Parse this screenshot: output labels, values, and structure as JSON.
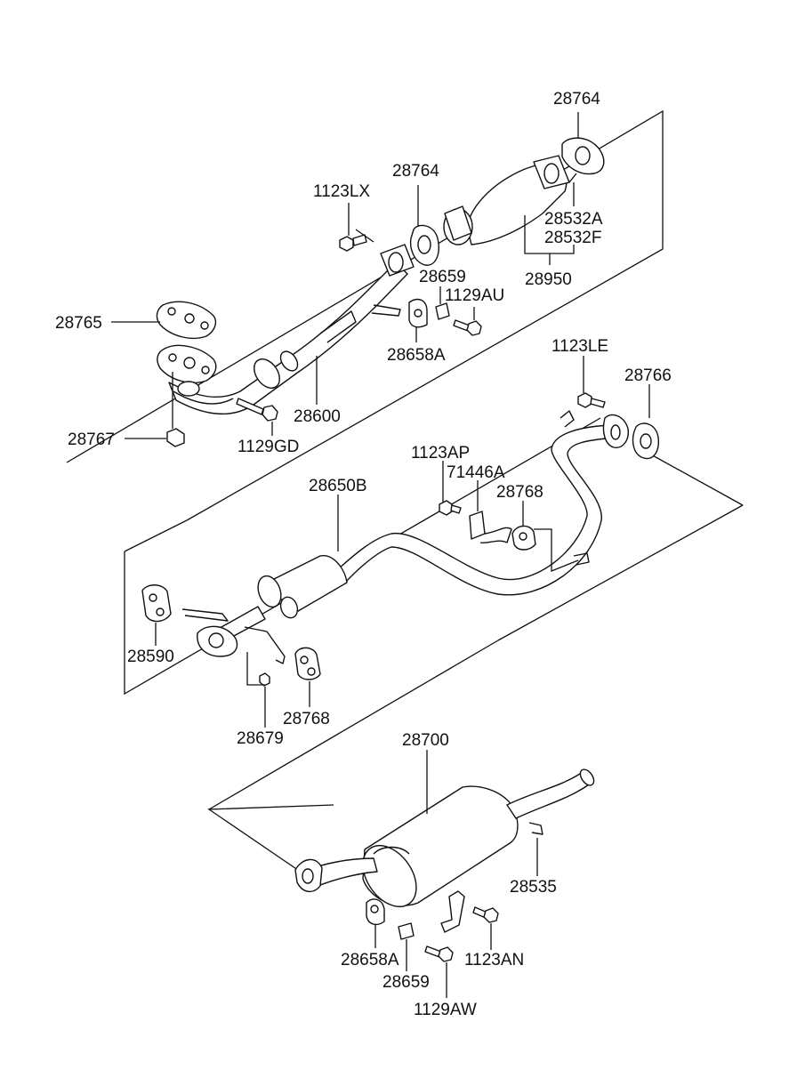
{
  "diagram": {
    "labels": {
      "l28764_top": "28764",
      "l28764_mid": "28764",
      "l1123LX": "1123LX",
      "l28532A": "28532A",
      "l28532F": "28532F",
      "l28950": "28950",
      "l28659_top": "28659",
      "l1129AU": "1129AU",
      "l28765": "28765",
      "l28658A_top": "28658A",
      "l28600": "28600",
      "l28767": "28767",
      "l1129GD": "1129GD",
      "l1123LE": "1123LE",
      "l28766": "28766",
      "l1123AP": "1123AP",
      "l71446A": "71446A",
      "l28650B": "28650B",
      "l28768_right": "28768",
      "l28590": "28590",
      "l28768_left": "28768",
      "l28679": "28679",
      "l28700": "28700",
      "l28535": "28535",
      "l28658A_bottom": "28658A",
      "l1123AN": "1123AN",
      "l28659_bottom": "28659",
      "l1129AW": "1129AW"
    }
  }
}
